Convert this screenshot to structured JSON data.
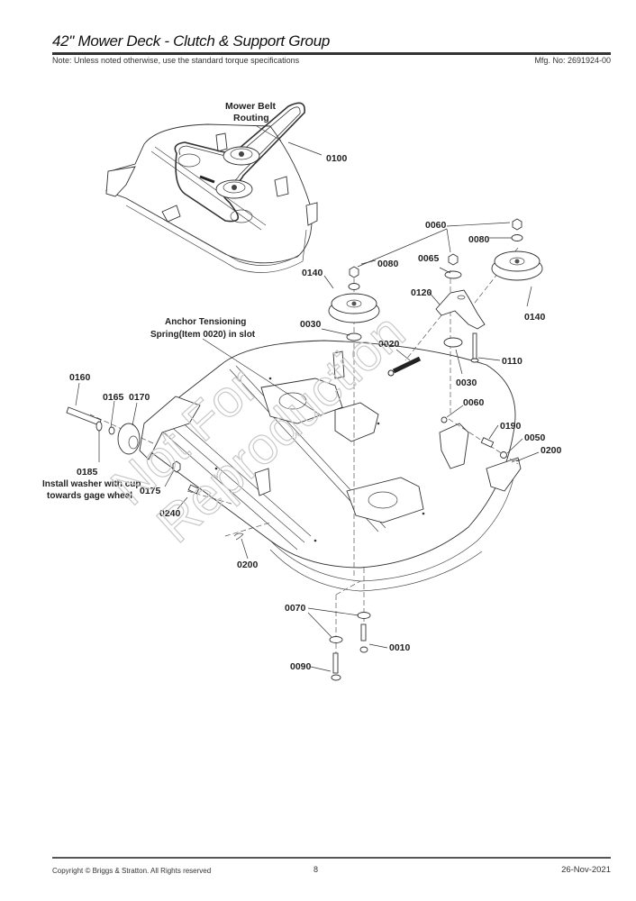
{
  "header": {
    "title": "42\" Mower Deck - Clutch & Support Group",
    "note": "Note: Unless noted otherwise, use the standard torque specifications",
    "mfg_no": "Mfg. No: 2691924-00"
  },
  "diagram": {
    "watermark_line1": "Not For",
    "watermark_line2": "Reproduction",
    "callouts": {
      "belt_routing_1": "Mower Belt",
      "belt_routing_2": "Routing",
      "anchor_1": "Anchor Tensioning",
      "anchor_2": "Spring(Item 0020) in slot",
      "washer_1": "Install washer with cup",
      "washer_2": "towards gage wheel"
    },
    "parts": {
      "p0100": "0100",
      "p0060a": "0060",
      "p0080a": "0080",
      "p0080b": "0080",
      "p0065": "0065",
      "p0140a": "0140",
      "p0140b": "0140",
      "p0120": "0120",
      "p0030a": "0030",
      "p0030b": "0030",
      "p0020": "0020",
      "p0110": "0110",
      "p0160": "0160",
      "p0165": "0165",
      "p0170": "0170",
      "p0060b": "0060",
      "p0190": "0190",
      "p0050": "0050",
      "p0200a": "0200",
      "p0185": "0185",
      "p0175": "0175",
      "p0240": "0240",
      "p0200b": "0200",
      "p0070": "0070",
      "p0010": "0010",
      "p0090": "0090"
    }
  },
  "footer": {
    "copyright": "Copyright © Briggs & Stratton. All Rights reserved",
    "page": "8",
    "date": "26-Nov-2021"
  }
}
